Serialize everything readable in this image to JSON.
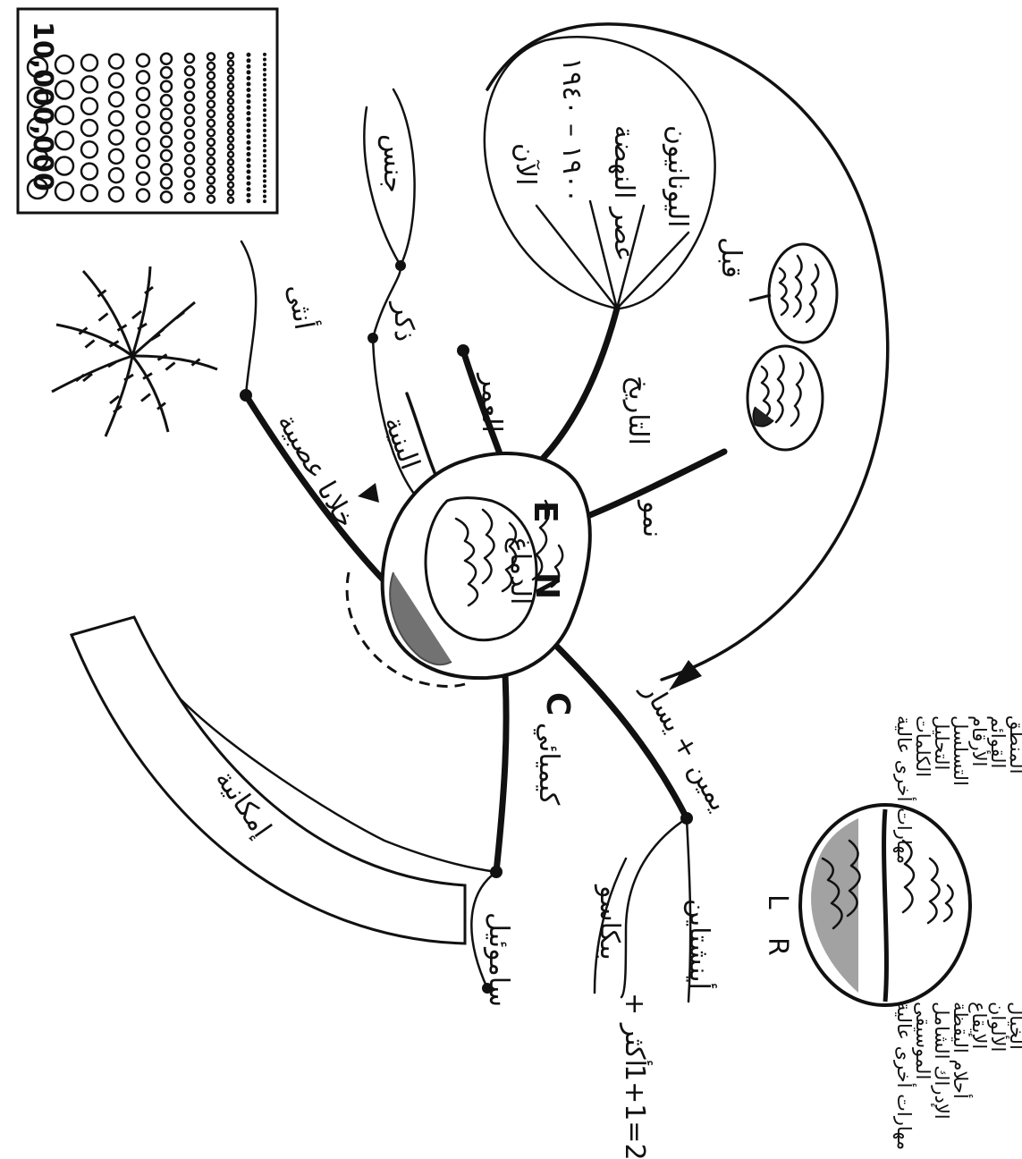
{
  "diagram": {
    "center": {
      "label": "الدماغ",
      "glyphs": [
        "N",
        "E",
        "C"
      ]
    },
    "branches": {
      "history": {
        "label": "التاريخ",
        "sub": "قبل",
        "items": [
          "اليونانيون",
          "عصر النهضة",
          "١٩٠٠ – ١٩٤٠",
          "الآن"
        ]
      },
      "age": {
        "label": "العمر"
      },
      "neurons": {
        "label": "خلايا عصبية"
      },
      "structure": {
        "label": "البنية"
      },
      "sex": {
        "label": "جنس",
        "items": [
          "أنثى",
          "ذكر"
        ]
      },
      "chemistry": {
        "label": "كيميائي"
      },
      "left_right": {
        "label": "يمين + يسار",
        "items": [
          "أينشتاين",
          "بيكاسو"
        ],
        "formula_1": "1+1=2",
        "formula_2": "+ أكثر"
      },
      "potential": {
        "label": "إمكانية",
        "sub": "ساموئيل"
      },
      "growth": {
        "label": "نمو"
      }
    },
    "hemispheres": {
      "left_tag": "L",
      "right_tag": "R",
      "left_list": [
        "المنطق",
        "القوائم",
        "الأرقام",
        "التسلسل",
        "التحليل",
        "الكلمات",
        "مهارات أخرى عالية"
      ],
      "right_list": [
        "الخيال",
        "الألوان",
        "الإيقاع",
        "أحلام اليقظة",
        "الإدراك الشامل",
        "الموسيقى",
        "مهارات أخرى عالية"
      ]
    },
    "counter": {
      "label": "10,000,000"
    }
  }
}
